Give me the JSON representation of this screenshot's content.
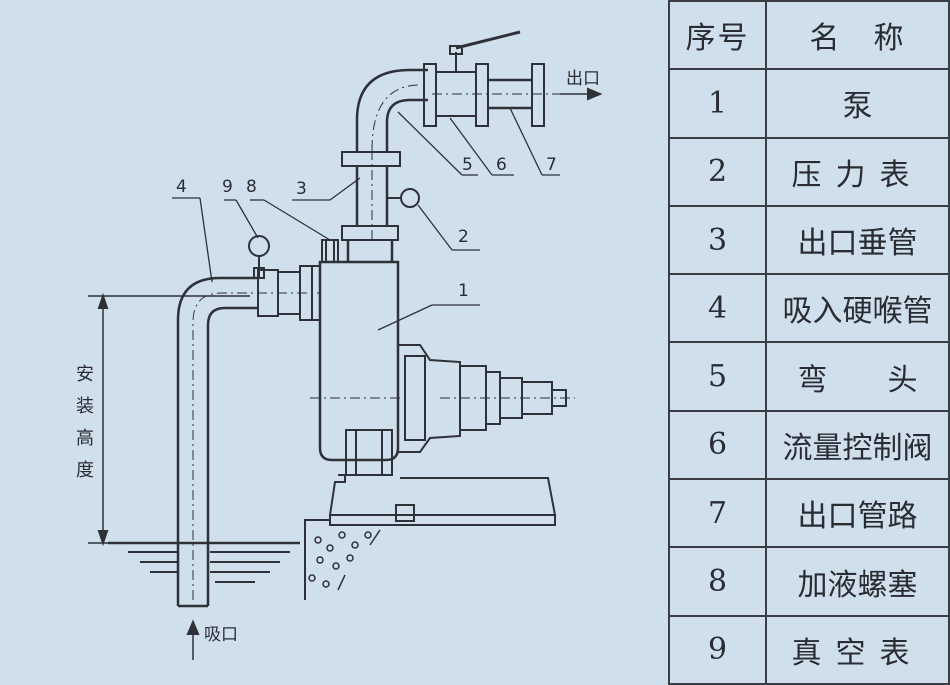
{
  "diagram": {
    "outlet_label": "出口",
    "inlet_label": "吸口",
    "height_label": [
      "安",
      "装",
      "高",
      "度"
    ],
    "callouts": [
      {
        "number": "1"
      },
      {
        "number": "2"
      },
      {
        "number": "3"
      },
      {
        "number": "4"
      },
      {
        "number": "5"
      },
      {
        "number": "6"
      },
      {
        "number": "7"
      },
      {
        "number": "8"
      },
      {
        "number": "9"
      }
    ]
  },
  "table": {
    "header": {
      "number": "序号",
      "name": "名　称"
    },
    "rows": [
      {
        "number": "1",
        "name": "泵"
      },
      {
        "number": "2",
        "name": "压力表"
      },
      {
        "number": "3",
        "name": "出口垂管"
      },
      {
        "number": "4",
        "name": "吸入硬喉管"
      },
      {
        "number": "5",
        "name": "弯　　头"
      },
      {
        "number": "6",
        "name": "流量控制阀"
      },
      {
        "number": "7",
        "name": "出口管路"
      },
      {
        "number": "8",
        "name": "加液螺塞"
      },
      {
        "number": "9",
        "name": "真空表"
      }
    ]
  },
  "colors": {
    "background": "#cfe0ec",
    "line": "#2f3138"
  }
}
